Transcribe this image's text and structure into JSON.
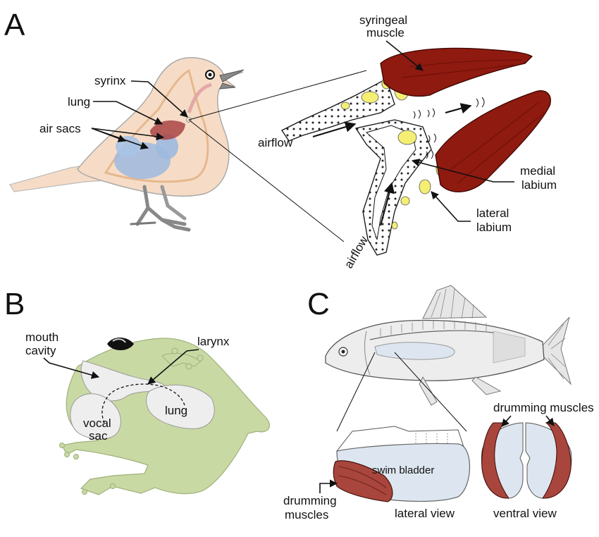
{
  "panels": {
    "a": {
      "letter": "A",
      "labels": {
        "syrinx": "syrinx",
        "lung": "lung",
        "air_sacs": "air sacs",
        "syringeal_muscle_1": "syringeal",
        "syringeal_muscle_2": "muscle",
        "airflow_top": "airflow",
        "airflow_bottom": "airflow",
        "medial_labium_1": "medial",
        "medial_labium_2": "labium",
        "lateral_labium_1": "lateral",
        "lateral_labium_2": "labium"
      }
    },
    "b": {
      "letter": "B",
      "labels": {
        "mouth_cavity_1": "mouth",
        "mouth_cavity_2": "cavity",
        "larynx": "larynx",
        "lung": "lung",
        "vocal_sac_1": "vocal",
        "vocal_sac_2": "sac"
      }
    },
    "c": {
      "letter": "C",
      "labels": {
        "drumming_muscles_top": "drumming muscles",
        "swim_bladder": "swim bladder",
        "drumming_muscles_left_1": "drumming",
        "drumming_muscles_left_2": "muscles",
        "lateral_view": "lateral view",
        "ventral_view": "ventral view"
      }
    }
  },
  "colors": {
    "bird_body": "#f6dcc6",
    "bird_outline": "#e6b88e",
    "air_sac": "#9db9df",
    "lung": "#a94444",
    "muscle": "#8f1a10",
    "cartilage": "#f4ef72",
    "frog": "#c9d9a4",
    "frog_cavity": "#eeeeee",
    "fish_body": "#ededed",
    "bladder": "#dde6f0",
    "fish_muscle": "#a8453c"
  }
}
